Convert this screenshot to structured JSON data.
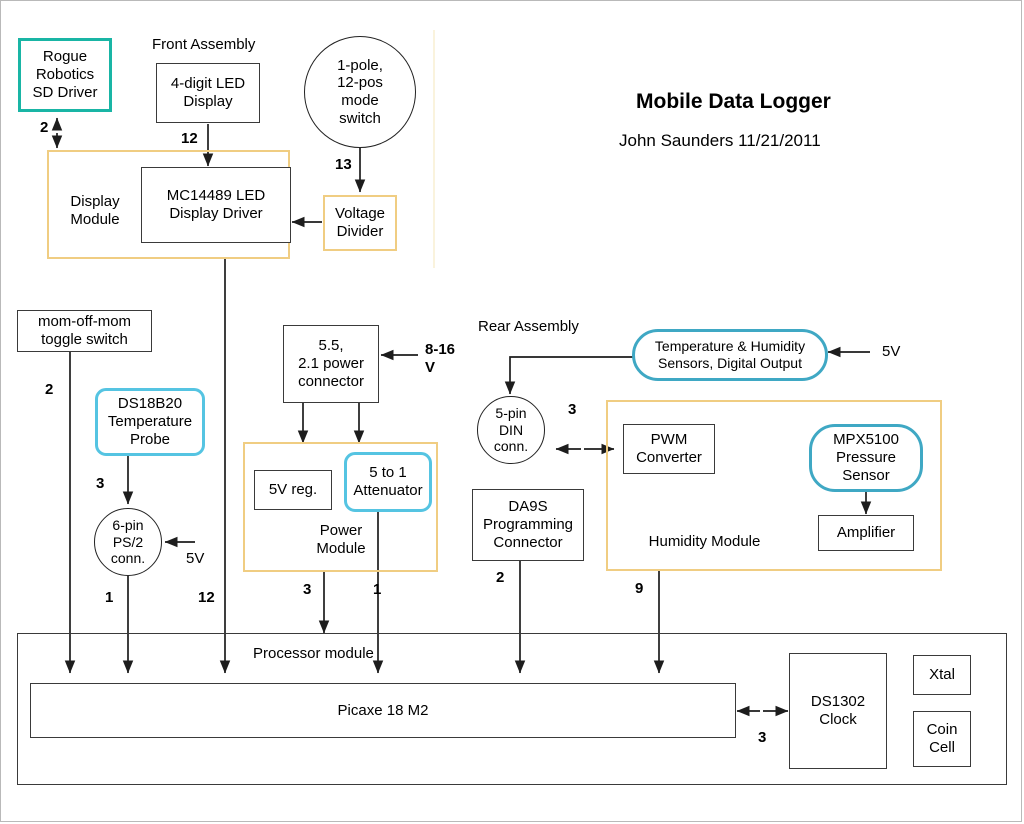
{
  "title": {
    "heading": "Mobile Data Logger",
    "byline": "John Saunders 11/21/2011"
  },
  "sections": {
    "front_assembly": "Front Assembly",
    "rear_assembly": "Rear Assembly",
    "display_module": "Display\nModule",
    "power_module": "Power\nModule",
    "humidity_module": "Humidity Module",
    "processor_module": "Processor module"
  },
  "blocks": {
    "rogue_sd": "Rogue\nRobotics\nSD Driver",
    "led_display": "4-digit LED\nDisplay",
    "mode_switch": "1-pole,\n12-pos\nmode\nswitch",
    "mc14489": "MC14489 LED\nDisplay Driver",
    "voltage_divider": "Voltage\nDivider",
    "toggle_switch": "mom-off-mom\ntoggle switch",
    "ds18b20": "DS18B20\nTemperature\nProbe",
    "ps2_conn": "6-pin\nPS/2\nconn.",
    "power_conn": "5.5,\n2.1 power\nconnector",
    "reg_5v": "5V reg.",
    "attenuator": "5 to 1\nAttenuator",
    "temp_hum_sensor": "Temperature & Humidity\nSensors, Digital Output",
    "din_conn": "5-pin\nDIN\nconn.",
    "da9s": "DA9S\nProgramming\nConnector",
    "pwm_converter": "PWM\nConverter",
    "mpx5100": "MPX5100\nPressure\nSensor",
    "amplifier": "Amplifier",
    "picaxe": "Picaxe 18 M2",
    "ds1302": "DS1302\nClock",
    "xtal": "Xtal",
    "coin_cell": "Coin\nCell"
  },
  "edge_labels": {
    "sd_pins": "2",
    "led_pins": "12",
    "mode_switch_pins": "13",
    "toggle_pins": "2",
    "probe_pins": "3",
    "ps2_to_cpu": "1",
    "display_to_cpu": "12",
    "ps2_supply": "5V",
    "power_in": "8-16\nV",
    "reg_to_cpu": "3",
    "atten_to_cpu": "1",
    "sensor_supply": "5V",
    "din_to_pwm": "3",
    "da9s_to_cpu": "2",
    "humidity_to_cpu": "9",
    "clock_pins": "3"
  },
  "colors": {
    "teal_border": "#19b5a5",
    "cyan_border": "#55c4e2",
    "cyan_pill_border": "#3fa8c4",
    "group_border": "#f0cd82",
    "wire": "#1d1d1d",
    "box_border": "#3a3a3a",
    "background": "#ffffff"
  }
}
